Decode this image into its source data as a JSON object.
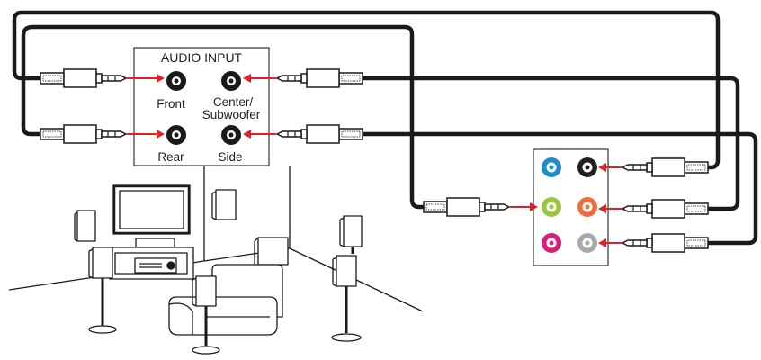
{
  "panel": {
    "title": "AUDIO INPUT",
    "jacks": {
      "front": "Front",
      "center_sub_line1": "Center/",
      "center_sub_line2": "Subwoofer",
      "rear": "Rear",
      "side": "Side"
    }
  },
  "io_ports": {
    "colors": {
      "blue": "#1c8fd1",
      "black": "#231f20",
      "green": "#9cc53d",
      "orange": "#f26b3a",
      "pink": "#d6217a",
      "gray": "#a7a9ac"
    }
  },
  "accent": {
    "arrow": "#e31e24",
    "cable": "#1a1a1a"
  }
}
